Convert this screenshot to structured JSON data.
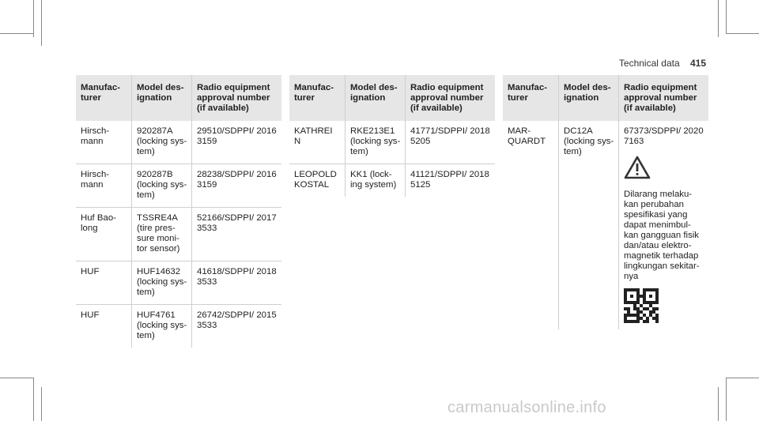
{
  "page": {
    "section_title": "Technical data",
    "page_number": "415",
    "watermark": "carmanualsonline.info"
  },
  "columns": {
    "manufacturer": "Manufac- turer",
    "model": "Model des- ignation",
    "radio": "Radio equipment approval number (if available)"
  },
  "tables": [
    {
      "rows": [
        {
          "manufacturer": "Hirsch- mann",
          "model": "920287A (locking sys- tem)",
          "radio": "29510/SDPPI/ 2016 3159"
        },
        {
          "manufacturer": "Hirsch- mann",
          "model": "920287B (locking sys- tem)",
          "radio": "28238/SDPPI/ 2016 3159"
        },
        {
          "manufacturer": "Huf Bao- long",
          "model": "TSSRE4A (tire pres- sure moni- tor sensor)",
          "radio": "52166/SDPPI/ 2017 3533"
        },
        {
          "manufacturer": "HUF",
          "model": "HUF14632 (locking sys- tem)",
          "radio": "41618/SDPPI/ 2018 3533"
        },
        {
          "manufacturer": "HUF",
          "model": "HUF4761 (locking sys- tem)",
          "radio": "26742/SDPPI/ 2015 3533"
        }
      ]
    },
    {
      "rows": [
        {
          "manufacturer": "KATHREI N",
          "model": "RKE213E1 (locking sys- tem)",
          "radio": "41771/SDPPI/ 2018 5205"
        },
        {
          "manufacturer": "LEOPOLD KOSTAL",
          "model": "KK1 (lock- ing system)",
          "radio": "41121/SDPPI/ 2018 5125"
        }
      ]
    },
    {
      "rows": [
        {
          "manufacturer": "MAR- QUARDT",
          "model": "DC12A (locking sys- tem)",
          "radio": "67373/SDPPI/ 2020 7163",
          "warning_icon": "warning-triangle-icon",
          "note": "Dilarang melaku- kan perubahan spesifikasi yang dapat menimbul- kan gangguan fisik dan/atau elektro- magnetik terhadap lingkungan sekitar- nya",
          "qr_icon": "qr-code-icon"
        }
      ]
    }
  ]
}
